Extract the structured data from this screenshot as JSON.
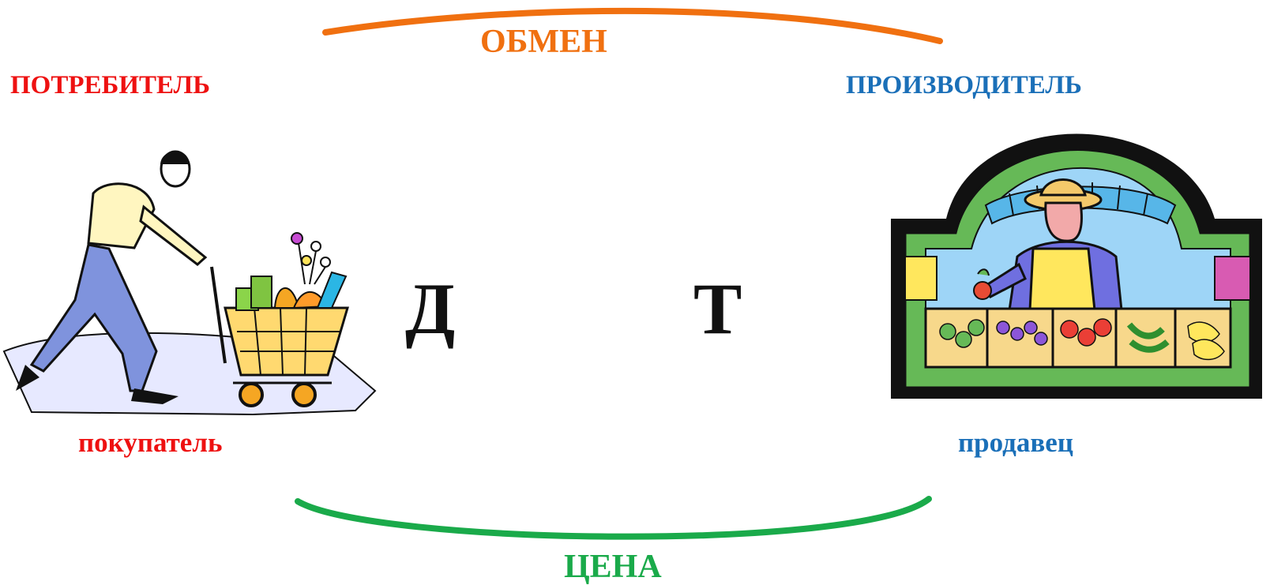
{
  "labels": {
    "exchange": "ОБМЕН",
    "consumer": "ПОТРЕБИТЕЛЬ",
    "producer": "ПРОИЗВОДИТЕЛЬ",
    "demand": "Д",
    "supply": "Т",
    "buyer": "покупатель",
    "seller": "продавец",
    "price": "ЦЕНА"
  },
  "colors": {
    "exchange": "#f07010",
    "consumer": "#ee1111",
    "producer": "#1a6fb8",
    "price": "#1aaa4a",
    "demand_supply": "#111111"
  },
  "illustrations": {
    "left": "shopper-with-cart",
    "right": "market-vendor-stall"
  }
}
